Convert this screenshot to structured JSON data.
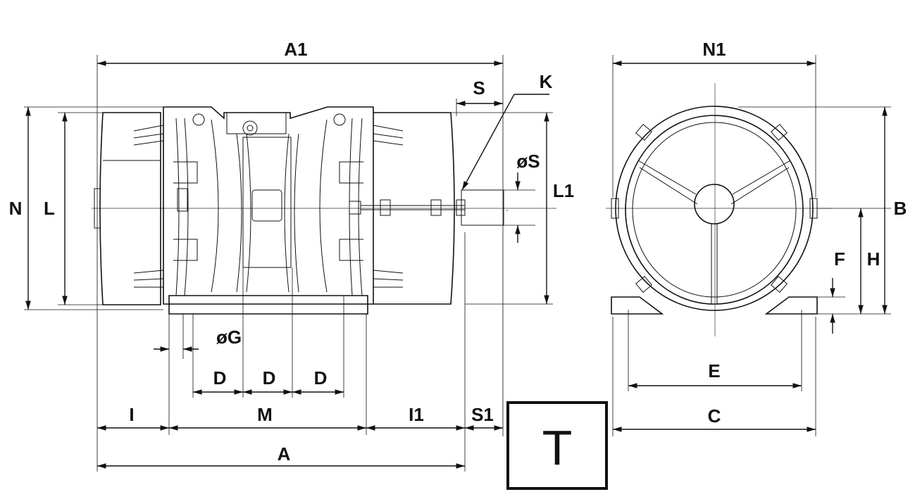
{
  "labels": {
    "A1": "A1",
    "S": "S",
    "K": "K",
    "oS": "øS",
    "L1": "L1",
    "N": "N",
    "L": "L",
    "oG": "øG",
    "D1": "D",
    "D2": "D",
    "D3": "D",
    "I": "I",
    "M": "M",
    "I1": "I1",
    "S1": "S1",
    "A": "A",
    "N1": "N1",
    "B": "B",
    "F": "F",
    "H": "H",
    "E": "E",
    "C": "C",
    "T": "T"
  }
}
